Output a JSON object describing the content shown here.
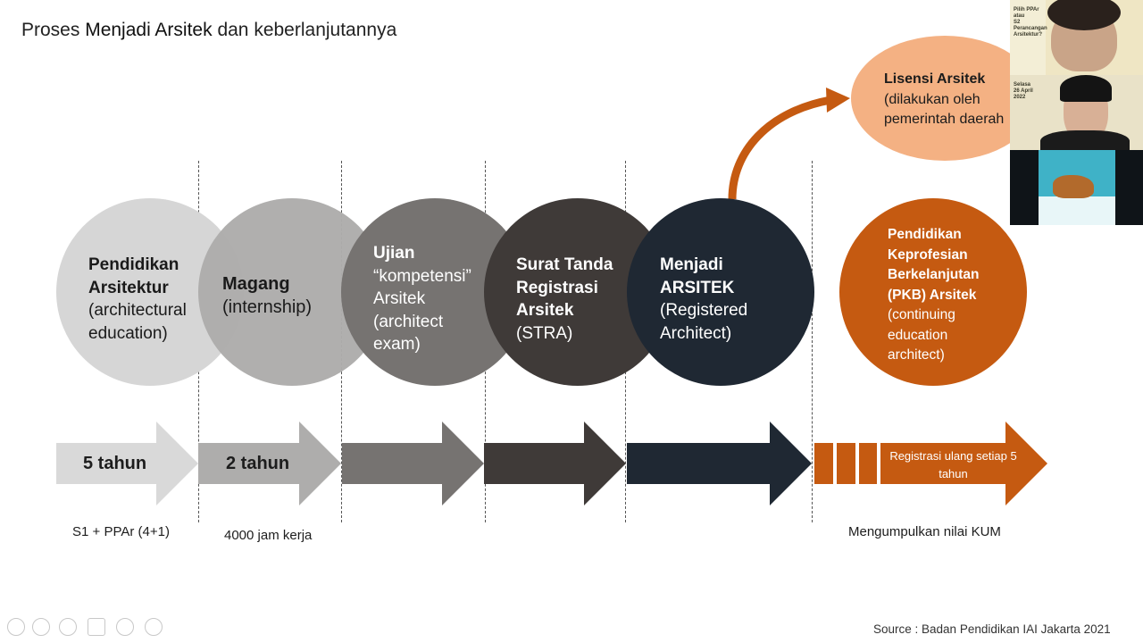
{
  "slide": {
    "title_prefix": "Proses",
    "title_bold": "Menjadi Arsitek",
    "title_suffix": "dan keberlanjutannya",
    "source": "Source : Badan Pendidikan IAI Jakarta 2021"
  },
  "circles": [
    {
      "heading": "Pendidikan Arsitektur",
      "body": "(architectural education)",
      "color": "#d6d6d6"
    },
    {
      "heading": "Magang",
      "body": "(internship)",
      "color": "#adacab"
    },
    {
      "heading": "Ujian",
      "body": "“kompetensi” Arsitek (architect exam)",
      "color": "#767371"
    },
    {
      "heading": "Surat Tanda Registrasi Arsitek",
      "body": "(STRA)",
      "color": "#3f3a38"
    },
    {
      "heading": "Menjadi ARSITEK",
      "body": "(Registered Architect)",
      "color": "#1f2833"
    }
  ],
  "arrows": [
    {
      "label": "5 tahun",
      "note": "S1 +  PPAr (4+1)",
      "color": "#d9d9d9"
    },
    {
      "label": "2 tahun",
      "note": "4000 jam kerja",
      "color": "#aeadac"
    },
    {
      "label": "",
      "note": "",
      "color": "#767371"
    },
    {
      "label": "",
      "note": "",
      "color": "#3f3a38"
    },
    {
      "label": "",
      "note": "",
      "color": "#1f2833"
    }
  ],
  "licence": {
    "heading": "Lisensi Arsitek",
    "body": "(dilakukan oleh pemerintah daerah",
    "color": "#f4b183"
  },
  "pkb": {
    "heading": "Pendidikan Keprofesian Berkelanjutan (PKB) Arsitek",
    "body": "(continuing education architect)",
    "color": "#c55a11"
  },
  "renewal": {
    "label": "Registrasi ulang setiap 5 tahun",
    "note": "Mengumpulkan nilai KUM",
    "color": "#c55a11"
  },
  "video_tiles": [
    {
      "name": "participant-1"
    },
    {
      "name": "participant-2"
    },
    {
      "name": "participant-3"
    }
  ],
  "poster_text": [
    "Pilih PPAr atau",
    "S2 Perancangan",
    "Arsitektur?",
    "Selasa",
    "26 April",
    "2022"
  ]
}
